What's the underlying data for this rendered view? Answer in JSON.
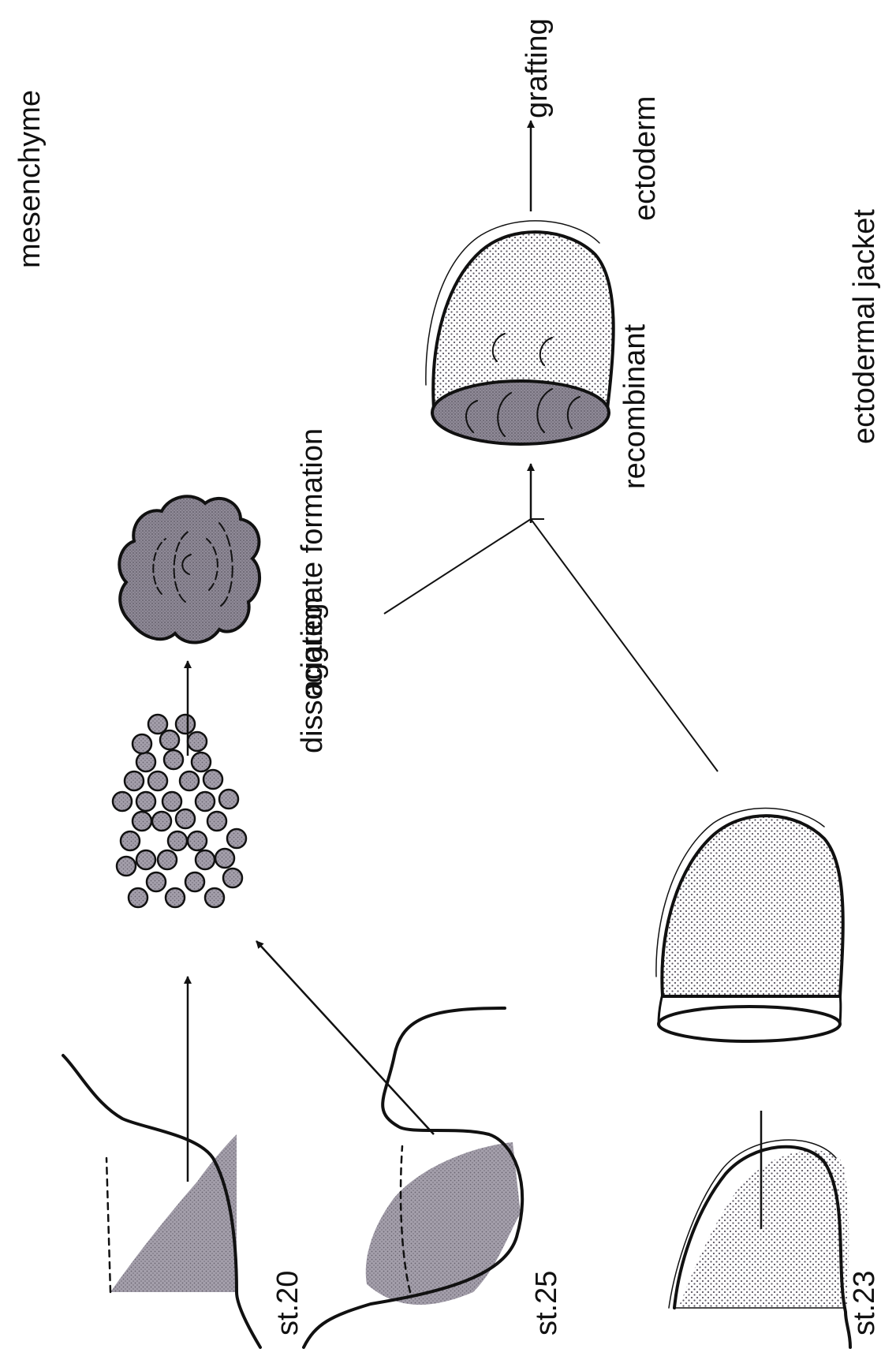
{
  "labels": {
    "mesenchyme": "mesenchyme",
    "st20": "st.20",
    "st25": "st.25",
    "dissociation": "dissociation",
    "aggregate_formation": "aggregate formation",
    "recombinant": "recombinant",
    "grafting": "grafting",
    "ectoderm": "ectoderm",
    "st23": "st.23",
    "ectodermal_jacket": "ectodermal jacket"
  },
  "colors": {
    "ink": "#111111",
    "shade": "#9a96a2",
    "stipple": "#5a5560",
    "paper": "#ffffff"
  }
}
